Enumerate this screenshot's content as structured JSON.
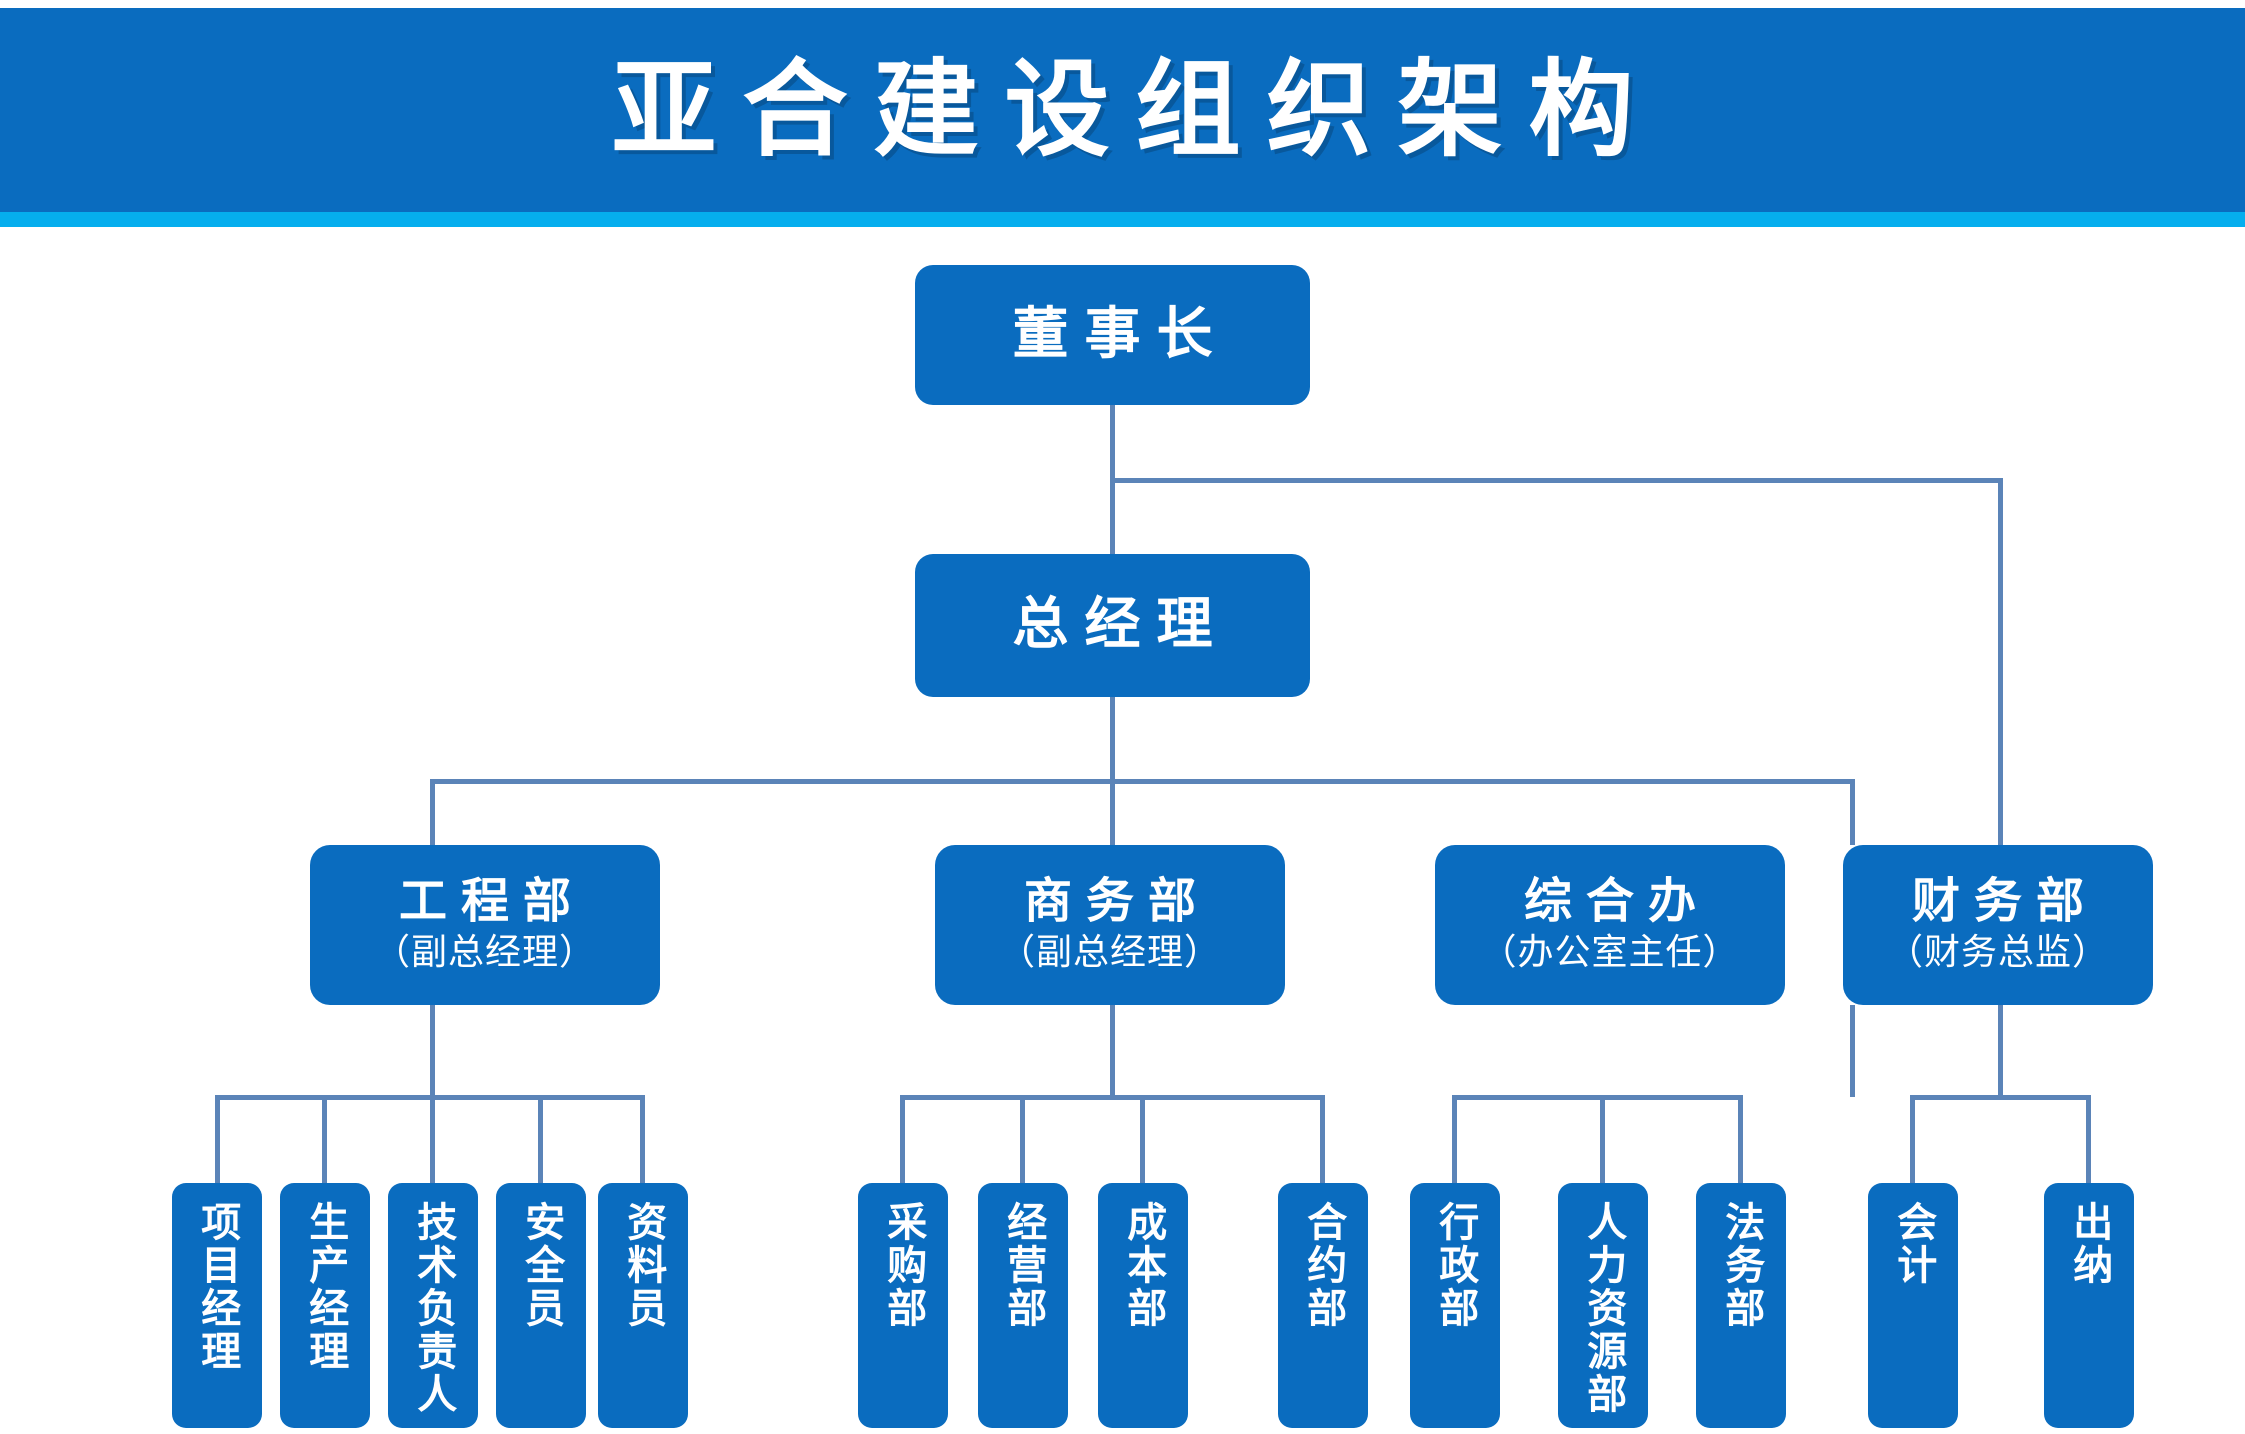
{
  "header": {
    "title": "亚合建设组织架构",
    "banner_color": "#0a6cbf",
    "strip_color": "#05aeee",
    "text_color": "#ffffff"
  },
  "theme": {
    "node_color": "#0a6cbf",
    "line_color": "#5b84b8",
    "background": "#ffffff"
  },
  "chart_data": {
    "type": "org-chart",
    "title": "亚合建设组织架构",
    "root": "董事长",
    "nodes": [
      {
        "id": "chairman",
        "label": "董事长",
        "level": 0,
        "parent": null
      },
      {
        "id": "general-manager",
        "label": "总经理",
        "level": 1,
        "parent": "chairman"
      },
      {
        "id": "engineering",
        "label": "工程部",
        "sub": "（副总经理）",
        "level": 2,
        "parent": "general-manager"
      },
      {
        "id": "business",
        "label": "商务部",
        "sub": "（副总经理）",
        "level": 2,
        "parent": "general-manager"
      },
      {
        "id": "admin-office",
        "label": "综合办",
        "sub": "（办公室主任）",
        "level": 2,
        "parent": "general-manager"
      },
      {
        "id": "finance",
        "label": "财务部",
        "sub": "（财务总监）",
        "level": 2,
        "parent": "chairman"
      },
      {
        "id": "project-manager",
        "label": "项目经理",
        "level": 3,
        "parent": "engineering"
      },
      {
        "id": "production-manager",
        "label": "生产经理",
        "level": 3,
        "parent": "engineering"
      },
      {
        "id": "technical-lead",
        "label": "技术负责人",
        "level": 3,
        "parent": "engineering"
      },
      {
        "id": "safety-officer",
        "label": "安全员",
        "level": 3,
        "parent": "engineering"
      },
      {
        "id": "document-clerk",
        "label": "资料员",
        "level": 3,
        "parent": "engineering"
      },
      {
        "id": "procurement",
        "label": "采购部",
        "level": 3,
        "parent": "business"
      },
      {
        "id": "operations",
        "label": "经营部",
        "level": 3,
        "parent": "business"
      },
      {
        "id": "cost",
        "label": "成本部",
        "level": 3,
        "parent": "business"
      },
      {
        "id": "contract",
        "label": "合约部",
        "level": 3,
        "parent": "business"
      },
      {
        "id": "administration",
        "label": "行政部",
        "level": 3,
        "parent": "admin-office"
      },
      {
        "id": "human-resources",
        "label": "人力资源部",
        "level": 3,
        "parent": "admin-office"
      },
      {
        "id": "legal",
        "label": "法务部",
        "level": 3,
        "parent": "admin-office"
      },
      {
        "id": "accountant",
        "label": "会计",
        "level": 3,
        "parent": "finance"
      },
      {
        "id": "cashier",
        "label": "出纳",
        "level": 3,
        "parent": "finance"
      }
    ]
  },
  "chairman": {
    "label": "董事长"
  },
  "general_manager": {
    "label": "总经理"
  },
  "departments": [
    {
      "label": "工程部",
      "sub": "（副总经理）"
    },
    {
      "label": "商务部",
      "sub": "（副总经理）"
    },
    {
      "label": "综合办",
      "sub": "（办公室主任）"
    },
    {
      "label": "财务部",
      "sub": "（财务总监）"
    }
  ],
  "leaves": [
    {
      "label": "项目经理"
    },
    {
      "label": "生产经理"
    },
    {
      "label": "技术负责人"
    },
    {
      "label": "安全员"
    },
    {
      "label": "资料员"
    },
    {
      "label": "采购部"
    },
    {
      "label": "经营部"
    },
    {
      "label": "成本部"
    },
    {
      "label": "合约部"
    },
    {
      "label": "行政部"
    },
    {
      "label": "人力资源部"
    },
    {
      "label": "法务部"
    },
    {
      "label": "会计"
    },
    {
      "label": "出纳"
    }
  ]
}
